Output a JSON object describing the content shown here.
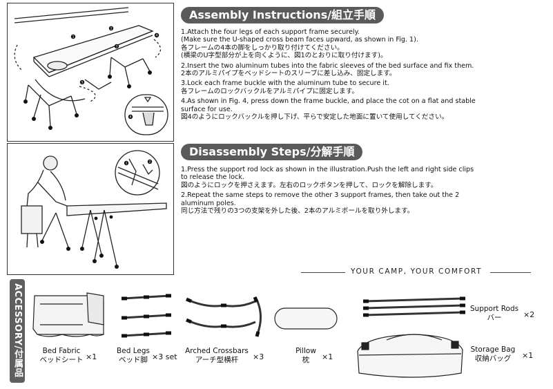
{
  "assembly": {
    "title": "Assembly Instructions/組立手順",
    "steps": [
      {
        "lines": [
          "1.Attach the four legs of each support frame securely.",
          "(Make sure the U-shaped cross beam faces upward, as shown in Fig. 1).",
          "各フレームの4本の脚をしっかり取り付けてください。",
          "(横梁のU字型部分が上を向くように、図1のとおりに取り付けます)。"
        ]
      },
      {
        "lines": [
          "2.Insert the two aluminum tubes into the fabric sleeves of the bed surface and fix them.",
          "2本のアルミパイプをベッドシートのスリーブに差し込み、固定します。"
        ]
      },
      {
        "lines": [
          "3.Lock each frame buckle with the aluminum tube to secure it.",
          "各フレームのロックバックルをアルミパイプに固定します。"
        ]
      },
      {
        "lines": [
          "4.As shown in Fig. 4, press down the frame buckle, and place the cot on a flat and stable",
          "surface for use.",
          "図4のようにロックバックルを押し下げ、平らで安定した地面に置いて使用してください。"
        ]
      }
    ]
  },
  "disassembly": {
    "title": "Disassembly Steps/分解手順",
    "steps": [
      {
        "lines": [
          "1.Press the support rod lock as shown in the illustration.Push the left and right side clips",
          "to release the lock.",
          "図のようにロックを押さえます。左右のロックボタンを押して、ロックを解除します。"
        ]
      },
      {
        "lines": [
          "2.Repeat the same steps to remove the other 3 support frames, then take out the 2",
          "aluminum poles.",
          "同じ方法で残りの3つの支架を外した後、2本のアルミポールを取り外します。"
        ]
      }
    ]
  },
  "slogan": "YOUR CAMP, YOUR COMFORT",
  "accessory_title": "ACCESSORY/付属品",
  "callouts": {
    "fig1": [
      "1",
      "2",
      "3",
      "4",
      "5",
      "6"
    ],
    "fig2": [
      "1",
      "2"
    ]
  },
  "accessories": {
    "bed_fabric": {
      "en": "Bed Fabric",
      "jp": "ベッドシート",
      "qty": "×1"
    },
    "bed_legs": {
      "en": "Bed Legs",
      "jp": "ベッド脚",
      "qty": "×3 set"
    },
    "arched_crossbars": {
      "en": "Arched Crossbars",
      "jp": "アーチ型横杆",
      "qty": "×3"
    },
    "pillow": {
      "en": "Pillow",
      "jp": "枕",
      "qty": "×1"
    },
    "support_rods": {
      "en": "Support Rods",
      "jp": "バー",
      "qty": "×2"
    },
    "storage_bag": {
      "en": "Storage Bag",
      "jp": "収納バッグ",
      "qty": "×1"
    }
  },
  "colors": {
    "pill_bg": "#5a5a5a",
    "accessory_bar": "#5f5f5f",
    "frame_border": "#333333"
  }
}
